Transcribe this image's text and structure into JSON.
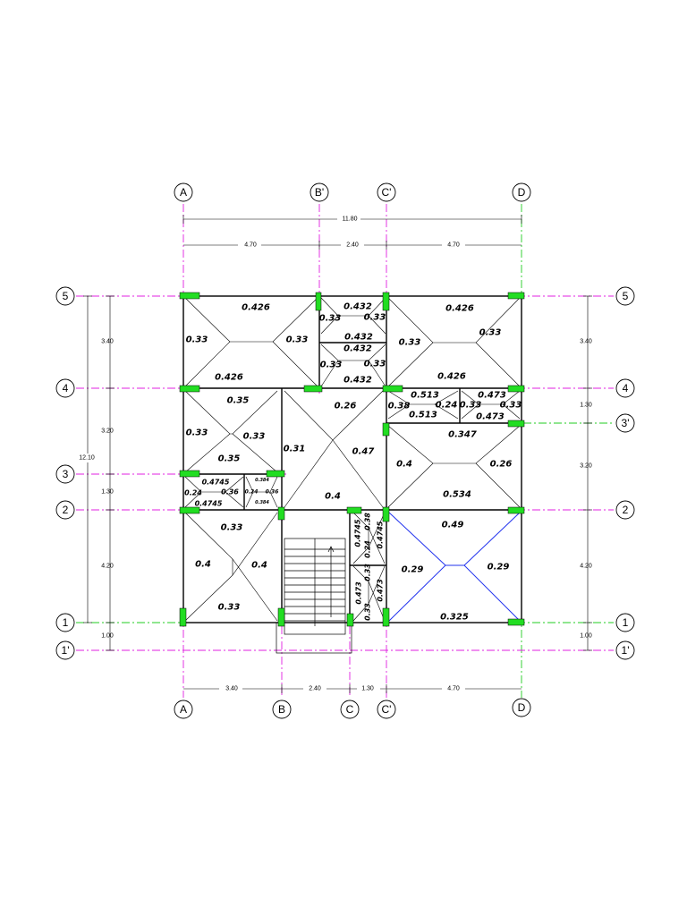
{
  "grid": {
    "top_bubbles": [
      "A",
      "B'",
      "C'",
      "D"
    ],
    "bottom_bubbles": [
      "A",
      "B",
      "C",
      "C'",
      "D"
    ],
    "left_bubbles": [
      "5",
      "4",
      "3",
      "2",
      "1",
      "1'"
    ],
    "right_bubbles": [
      "5",
      "4",
      "3'",
      "2",
      "1",
      "1'"
    ]
  },
  "dims": {
    "top_total": "11.80",
    "top_parts": [
      "4.70",
      "2.40",
      "4.70"
    ],
    "bottom_parts": [
      "3.40",
      "2.40",
      "1.30",
      "4.70"
    ],
    "left_total": "12.10",
    "left_parts": [
      "3.40",
      "3.20",
      "1.30",
      "4.20",
      "1.00"
    ],
    "right_parts": [
      "3.40",
      "1.30",
      "3.20",
      "4.20",
      "1.00"
    ]
  },
  "slab_labels": {
    "p1": [
      "0.426",
      "0.33",
      "0.33",
      "0.426"
    ],
    "p2": [
      "0.432",
      "0.33",
      "0.33",
      "0.432"
    ],
    "p3": [
      "0.432",
      "0.33",
      "0.33",
      "0.432"
    ],
    "p4": [
      "0.426",
      "0.33",
      "0.33",
      "0.426"
    ],
    "p5": [
      "0.35",
      "0.33",
      "0.33",
      "0.35"
    ],
    "p6": [
      "0.26",
      "0.31",
      "0.47",
      "0.4"
    ],
    "p7": [
      "0.513",
      "0.38",
      "0.24",
      "0.513"
    ],
    "p8": [
      "0.473",
      "0.33",
      "0.33",
      "0.473"
    ],
    "p9": [
      "0.347",
      "0.4",
      "0.26",
      "0.534"
    ],
    "p10": [
      "0.4745",
      "0.24",
      "0.36",
      "0.4745"
    ],
    "p11": [
      "0.384",
      "0.24",
      "0.36",
      "0.384"
    ],
    "p12": [
      "0.33",
      "0.4",
      "0.4",
      "0.33"
    ],
    "p13": [
      "0.4745",
      "0.38",
      "0.24",
      "0.4745"
    ],
    "p14": [
      "0.473",
      "0.33",
      "0.33",
      "0.473"
    ],
    "p15": [
      "0.49",
      "0.29",
      "0.29",
      "0.325"
    ]
  }
}
